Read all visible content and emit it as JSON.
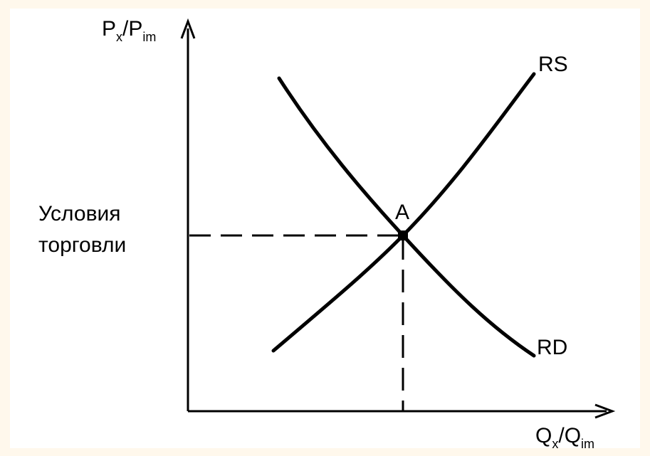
{
  "y_axis": {
    "main": "P",
    "sub1": "x",
    "slash": "/",
    "main2": "P",
    "sub2": "im"
  },
  "x_axis": {
    "main": "Q",
    "sub1": "x",
    "slash": "/",
    "main2": "Q",
    "sub2": "im"
  },
  "terms_of_trade_label": {
    "line1": "Условия",
    "line2": "торговли"
  },
  "curves": {
    "supply": "RS",
    "demand": "RD"
  },
  "equilibrium": {
    "label": "A"
  },
  "colors": {
    "ink": "#000000",
    "page": "#FFF8EC",
    "panel": "#FFFFFF"
  }
}
